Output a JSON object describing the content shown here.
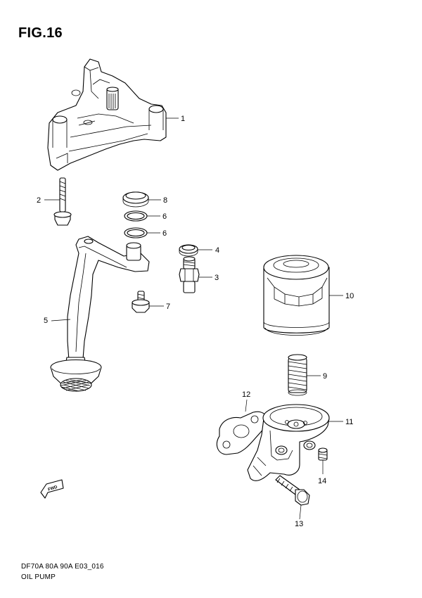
{
  "figure_title": "FIG.16",
  "footer": {
    "model_code": "DF70A 80A 90A E03_016",
    "assembly_name": "OIL PUMP"
  },
  "direction_badge": "FWD",
  "callouts": [
    {
      "id": "1",
      "text": "1"
    },
    {
      "id": "2",
      "text": "2"
    },
    {
      "id": "8",
      "text": "8"
    },
    {
      "id": "6a",
      "text": "6"
    },
    {
      "id": "6b",
      "text": "6"
    },
    {
      "id": "4",
      "text": "4"
    },
    {
      "id": "3",
      "text": "3"
    },
    {
      "id": "7",
      "text": "7"
    },
    {
      "id": "5",
      "text": "5"
    },
    {
      "id": "10",
      "text": "10"
    },
    {
      "id": "9",
      "text": "9"
    },
    {
      "id": "12",
      "text": "12"
    },
    {
      "id": "11",
      "text": "11"
    },
    {
      "id": "14",
      "text": "14"
    },
    {
      "id": "13",
      "text": "13"
    }
  ]
}
